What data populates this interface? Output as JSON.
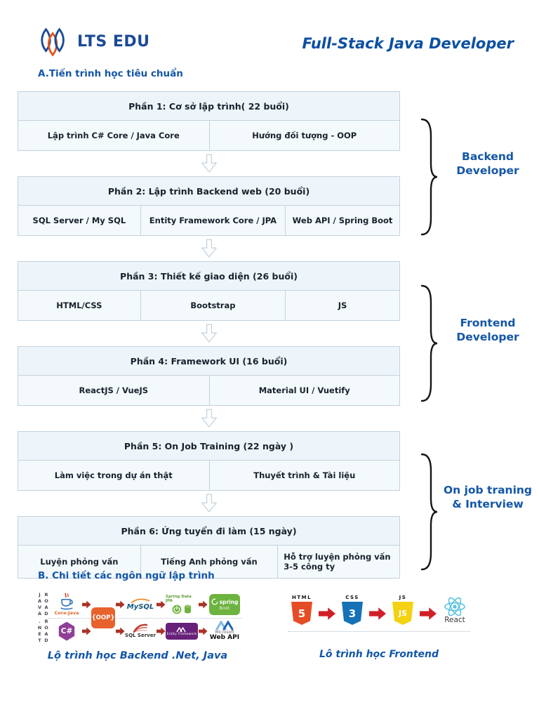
{
  "header": {
    "brand": "LTS EDU",
    "title": "Full-Stack Java Developer"
  },
  "section_a": {
    "heading": "A.Tiến trình học tiêu chuẩn",
    "phases": [
      {
        "title": "Phần 1: Cơ sở lập trình( 22 buổi)",
        "cells": [
          "Lập trình C# Core / Java Core",
          "Hướng đối tượng - OOP"
        ]
      },
      {
        "title": "Phần 2: Lập trình Backend web (20 buổi)",
        "cells": [
          "SQL Server / My SQL",
          "Entity Framework Core / JPA",
          "Web API / Spring Boot"
        ]
      },
      {
        "title": "Phần 3: Thiết kế giao diện (26 buổi)",
        "cells": [
          "HTML/CSS",
          "Bootstrap",
          "JS"
        ]
      },
      {
        "title": "Phần 4: Framework UI (16 buổi)",
        "cells": [
          "ReactJS / VueJS",
          "Material UI / Vuetify"
        ]
      },
      {
        "title": "Phần 5: On Job Training (22 ngày )",
        "cells": [
          "Làm việc trong dự án thật",
          "Thuyết trình & Tài liệu"
        ]
      },
      {
        "title": "Phần 6: Ứng tuyển đi làm (15 ngày)",
        "cells": [
          "Luyện phỏng vấn",
          "Tiếng Anh phỏng vấn",
          "Hỗ trợ luyện phỏng vấn 3-5 công ty"
        ]
      }
    ],
    "groups": [
      {
        "line1": "Backend",
        "line2": "Developer"
      },
      {
        "line1": "Frontend",
        "line2": "Developer"
      },
      {
        "line1": "On job traning",
        "line2": "& Interview"
      }
    ]
  },
  "section_b": {
    "heading": "B. Chi tiết các ngôn ngữ lập trình",
    "backend_roadmap": {
      "road_java": "JAVA",
      "road_java2": "ROAD",
      "road_net": ".NET",
      "road_net2": "ROAD",
      "core_java": "Core-Java",
      "oop": "{OOP}",
      "mysql": "MySQL",
      "spring_data_jpa": "Spring Data JPA",
      "spring_word": "spring",
      "boot_word": "Boot",
      "csharp": "C#",
      "sql_server": "SQL Server",
      "entity_framework": "Entity Framework",
      "microsoft": "Microsoft",
      "web_api": "Web API",
      "caption": "Lộ trình học Backend .Net, Java"
    },
    "frontend_roadmap": {
      "items": [
        {
          "label": "HTML",
          "glyph": "5"
        },
        {
          "label": "CSS",
          "glyph": "3"
        },
        {
          "label": "JS",
          "glyph": "JS"
        },
        {
          "label": "React"
        }
      ],
      "caption": "Lô trình học Frontend"
    }
  },
  "colors": {
    "accent_blue": "#1356a8",
    "title_blue": "#0d4fa2",
    "logo_navy": "#1b4a97",
    "logo_orange": "#e2571b",
    "table_border": "#c3d2de",
    "table_header_bg": "#eef5fa",
    "table_cell_bg": "#f4f9fc",
    "roadmap_arrow_red": "#a93226",
    "frontend_arrow_red": "#d01f26",
    "html_orange": "#e44d26",
    "css_blue": "#1572b6",
    "js_yellow": "#f3d213",
    "react_cyan": "#53c1de",
    "spring_green": "#6db33f",
    "oop_orange": "#e8622d",
    "entity_framework_purple": "#68217a",
    "csharp_purple": "#8f3f97"
  }
}
